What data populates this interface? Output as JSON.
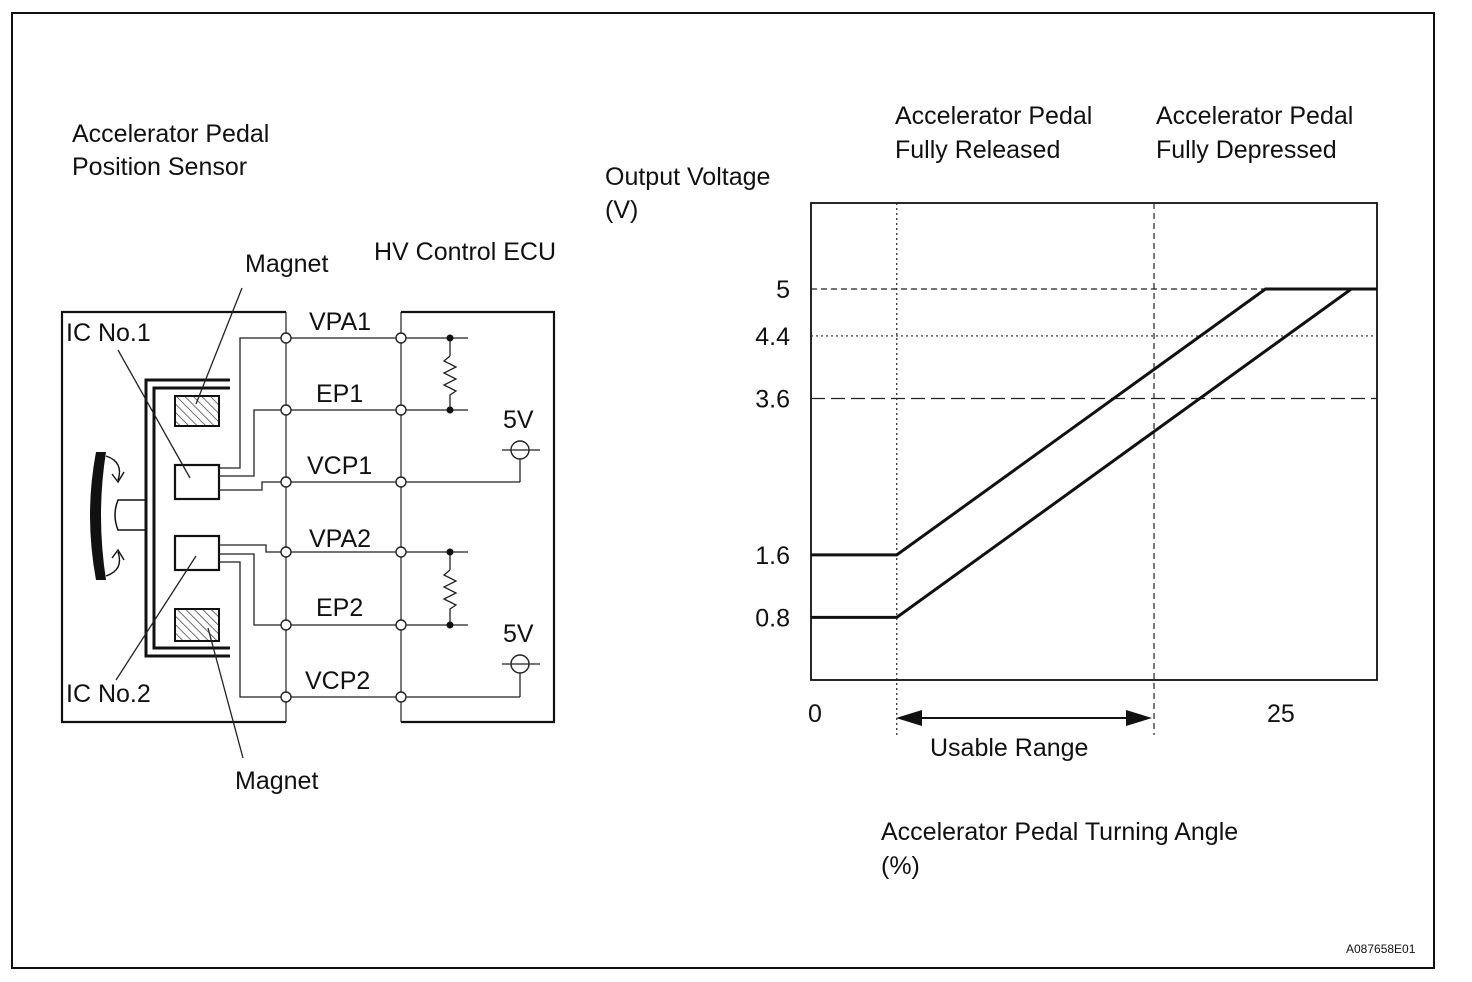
{
  "colors": {
    "ink": "#111111",
    "background": "#ffffff"
  },
  "diagram": {
    "sensor_label_line1": "Accelerator Pedal",
    "sensor_label_line2": "Position Sensor",
    "magnet_top": "Magnet",
    "magnet_bottom": "Magnet",
    "ecu_label": "HV Control ECU",
    "ic1_label": "IC No.1",
    "ic2_label": "IC No.2",
    "terminals": [
      "VPA1",
      "EP1",
      "VCP1",
      "VPA2",
      "EP2",
      "VCP2"
    ],
    "supply_top": "5V",
    "supply_bottom": "5V"
  },
  "chart_data": {
    "type": "line",
    "ylabel_line1": "Output Voltage",
    "ylabel_line2": "(V)",
    "xlabel_line1": "Accelerator Pedal Turning Angle",
    "xlabel_line2": "(%)",
    "released_line1": "Accelerator Pedal",
    "released_line2": "Fully Released",
    "depressed_line1": "Accelerator Pedal",
    "depressed_line2": "Fully Depressed",
    "usable_range": "Usable Range",
    "y_ticks": [
      "5",
      "4.4",
      "3.6",
      "1.6",
      "0.8"
    ],
    "x_ticks": [
      "0",
      "25"
    ],
    "ylim": [
      0,
      6.1
    ],
    "xlim": [
      0,
      33
    ],
    "series": [
      {
        "values": [
          [
            0,
            1.6
          ],
          [
            5,
            1.6
          ],
          [
            26.5,
            5.0
          ],
          [
            33,
            5.0
          ]
        ]
      },
      {
        "values": [
          [
            0,
            0.8
          ],
          [
            5,
            0.8
          ],
          [
            31.5,
            5.0
          ],
          [
            33,
            5.0
          ]
        ]
      }
    ],
    "released_x": 5,
    "depressed_x": 20,
    "reference_levels": [
      5,
      4.4,
      3.6
    ]
  },
  "figure_code": "A087658E01"
}
